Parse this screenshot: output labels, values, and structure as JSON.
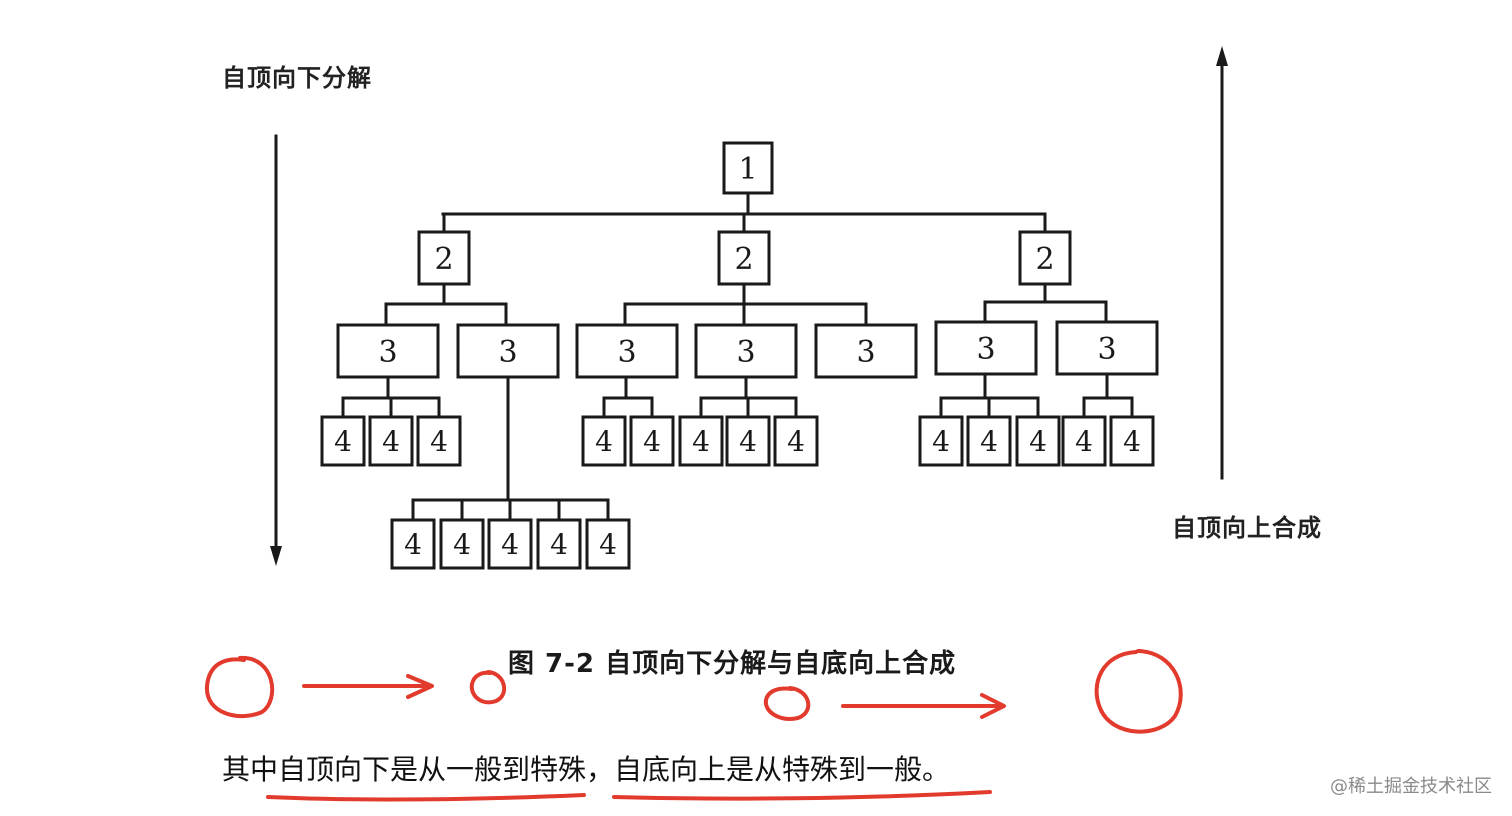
{
  "labels": {
    "top_down": "自顶向下分解",
    "bottom_up": "自顶向上合成",
    "caption": "图 7-2   自顶向下分解与自底向上合成",
    "sentence": "其中自顶向下是从一般到特殊，自底向上是从特殊到一般。",
    "watermark": "@稀土掘金技术社区"
  },
  "tree": {
    "level1": "1",
    "level2": "2",
    "level3": "3",
    "level4": "4"
  },
  "colors": {
    "ink": "#1a1a1a",
    "annotation": "#e23b2e"
  }
}
